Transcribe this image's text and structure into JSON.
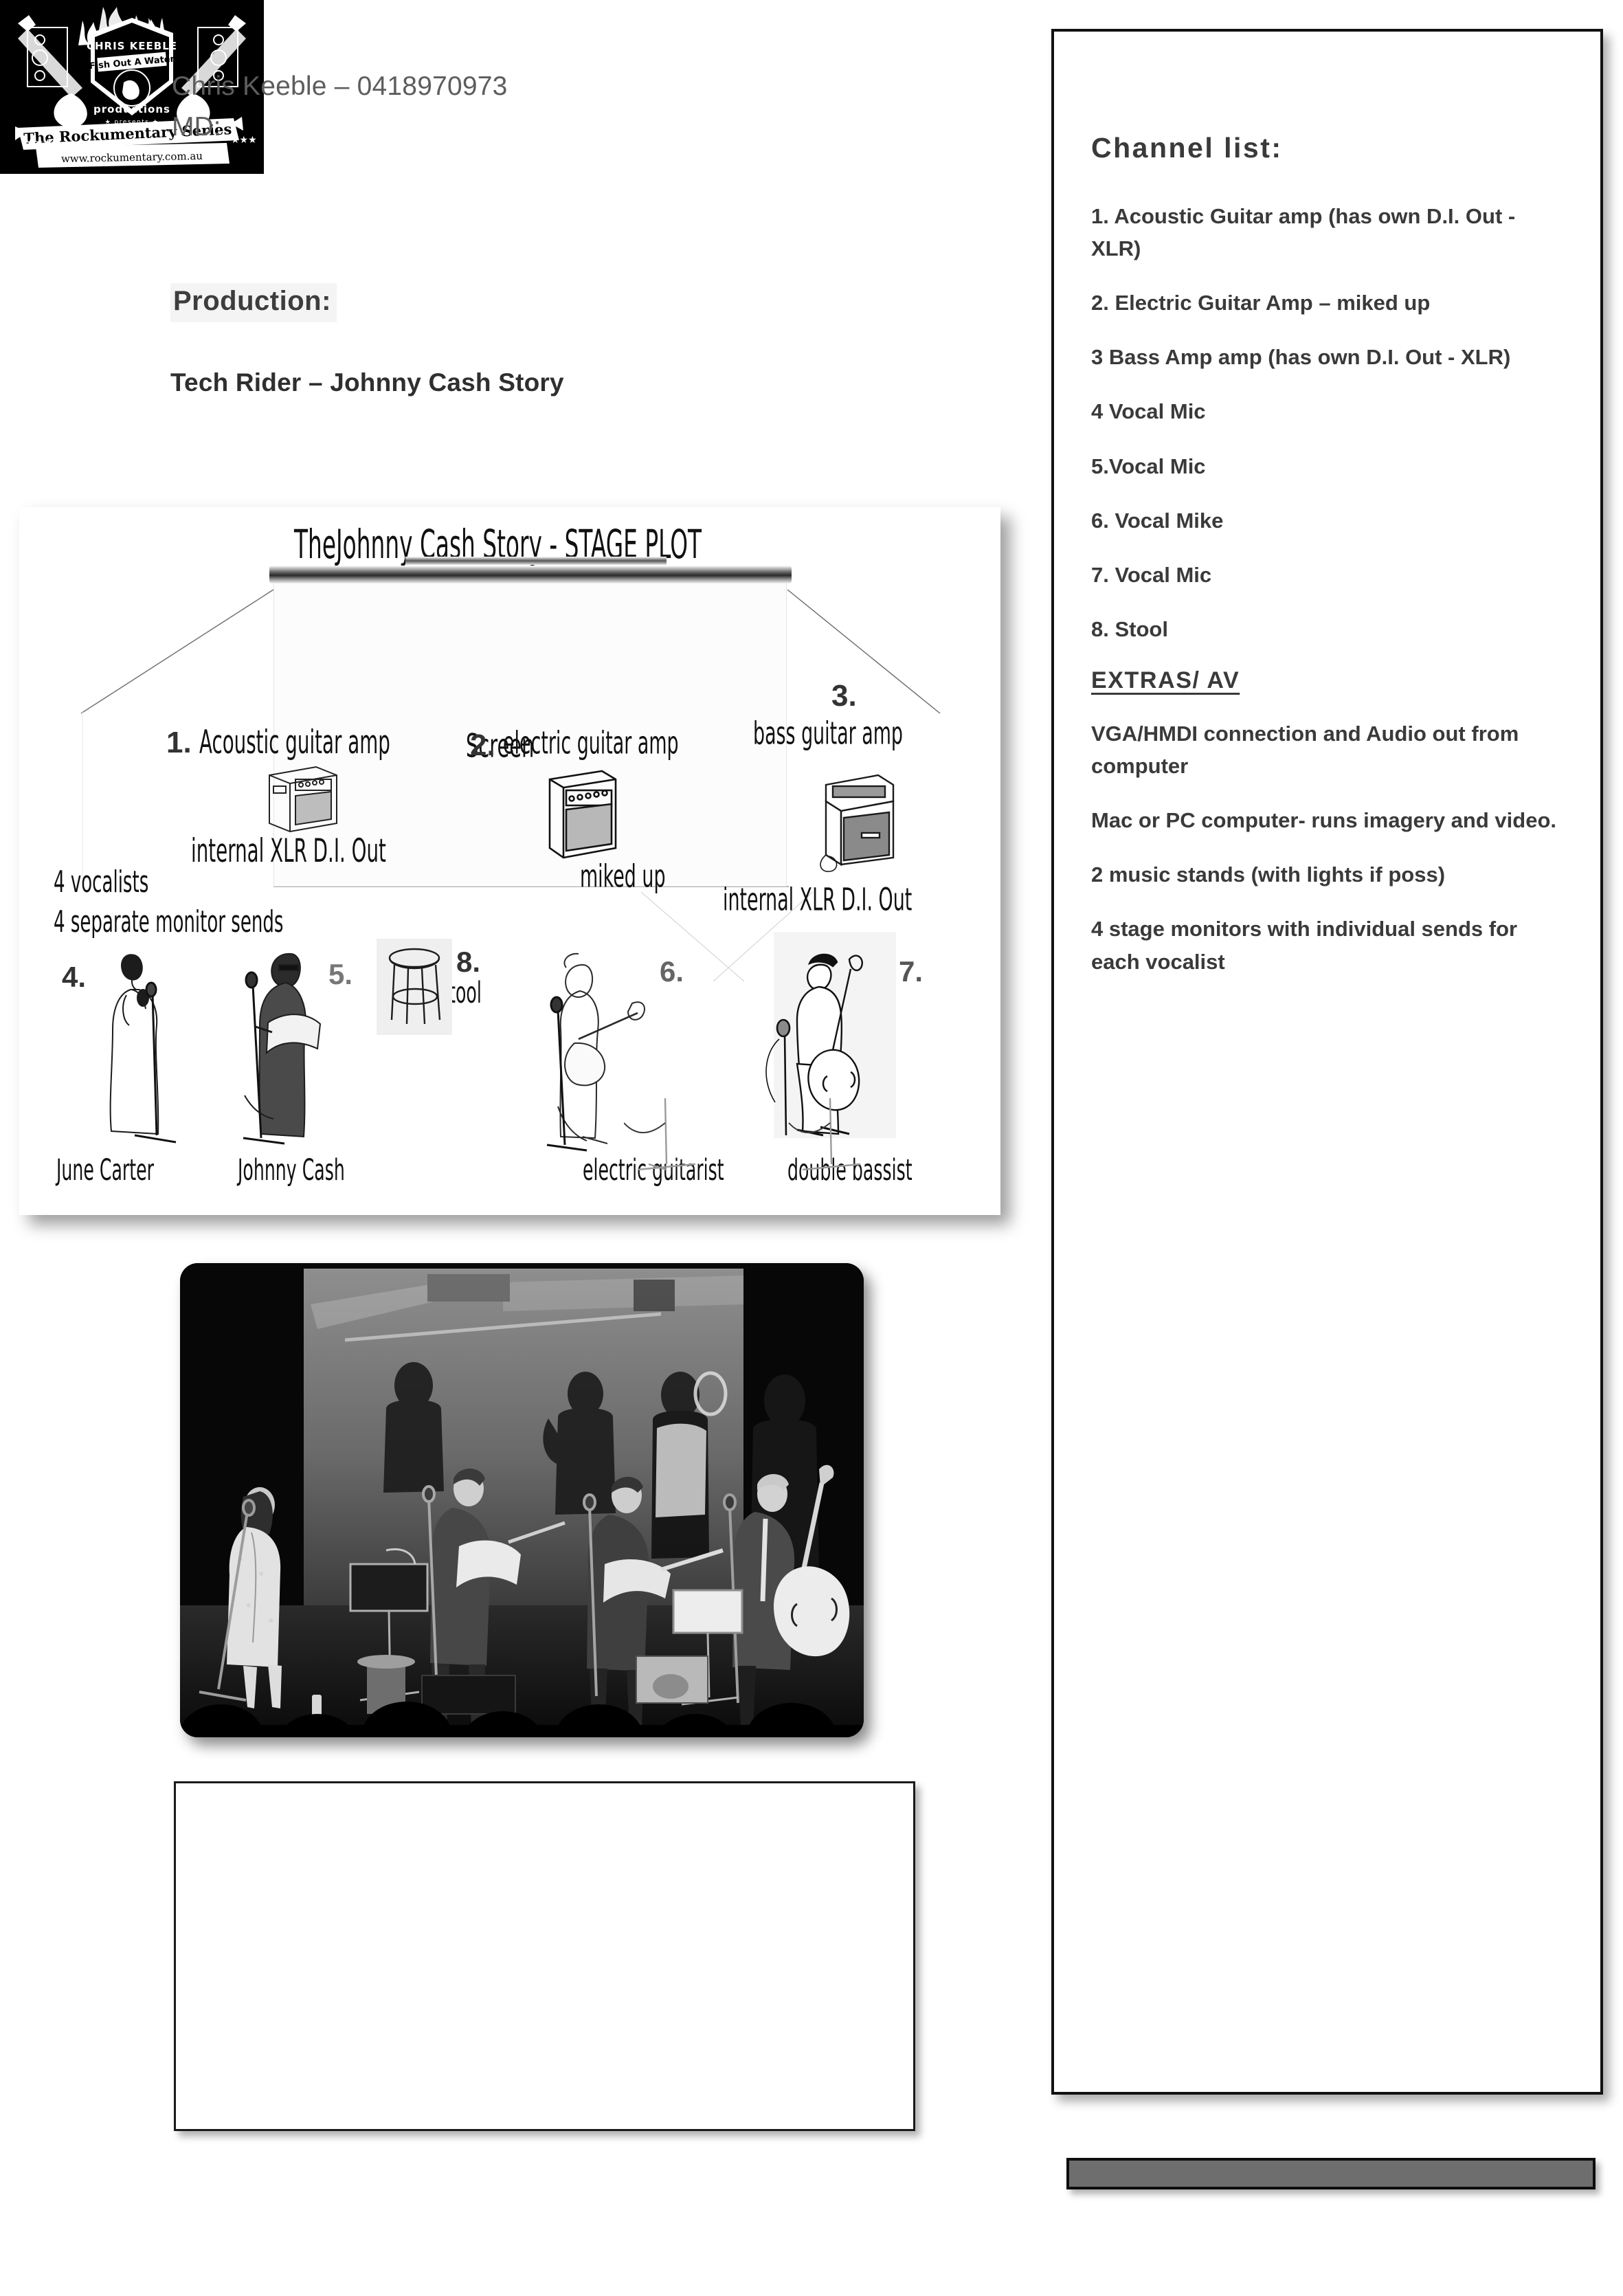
{
  "header": {
    "contact_name": "Chris Keeble – 0418970973",
    "md_label": "MD:",
    "logo": {
      "brand": "CHRIS KEEBLE",
      "tagline": "Fish Out A Water",
      "productions": "productions",
      "presents": "presents",
      "series": "The Rockumentary Series",
      "website": "www.rockumentary.com.au"
    }
  },
  "production": {
    "section_label": "Production:",
    "title": "Tech Rider – Johnny Cash Story"
  },
  "stage_plot": {
    "title": "TheJohnny Cash Story - STAGE PLOT",
    "screen_label": "Screen",
    "items": [
      {
        "number": "1.",
        "label": "Acoustic guitar amp",
        "note": "internal XLR D.I. Out"
      },
      {
        "number": "2.",
        "label": "electric guitar amp",
        "note": "miked up"
      },
      {
        "number": "3.",
        "label": "bass guitar amp",
        "note": "internal XLR D.I. Out"
      },
      {
        "number": "4.",
        "label": "June Carter",
        "note": ""
      },
      {
        "number": "5.",
        "label": "Johnny Cash",
        "note": ""
      },
      {
        "number": "6.",
        "label": "electric guitarist",
        "note": ""
      },
      {
        "number": "7.",
        "label": "double bassist",
        "note": ""
      },
      {
        "number": "8.",
        "label": "stool",
        "note": ""
      }
    ],
    "annotations": [
      "4 vocalists",
      "4 separate monitor sends"
    ]
  },
  "photo": {
    "caption": "",
    "alt": "Black and white photo of four-piece band performing on stage in front of a projection screen"
  },
  "notes_box": {
    "content": ""
  },
  "channel_panel": {
    "title": "Channel list:",
    "channels": [
      "1. Acoustic Guitar amp (has own D.I. Out - XLR)",
      "2. Electric Guitar Amp – miked up",
      "3 Bass Amp amp (has own D.I. Out - XLR)",
      "4 Vocal Mic",
      "5.Vocal Mic",
      "6. Vocal Mike",
      "7. Vocal Mic",
      "8. Stool"
    ],
    "extras_title": "EXTRAS/ AV",
    "extras": [
      "VGA/HMDI connection and Audio out from computer",
      "Mac or PC computer- runs imagery and video.",
      "2 music stands (with lights if poss)",
      "4 stage monitors with individual sends for each vocalist"
    ]
  },
  "colors": {
    "text": "#3a3a3a",
    "header_gray": "#5d5d5d",
    "bar_gray": "#6e6e6e",
    "border_black": "#111111"
  }
}
